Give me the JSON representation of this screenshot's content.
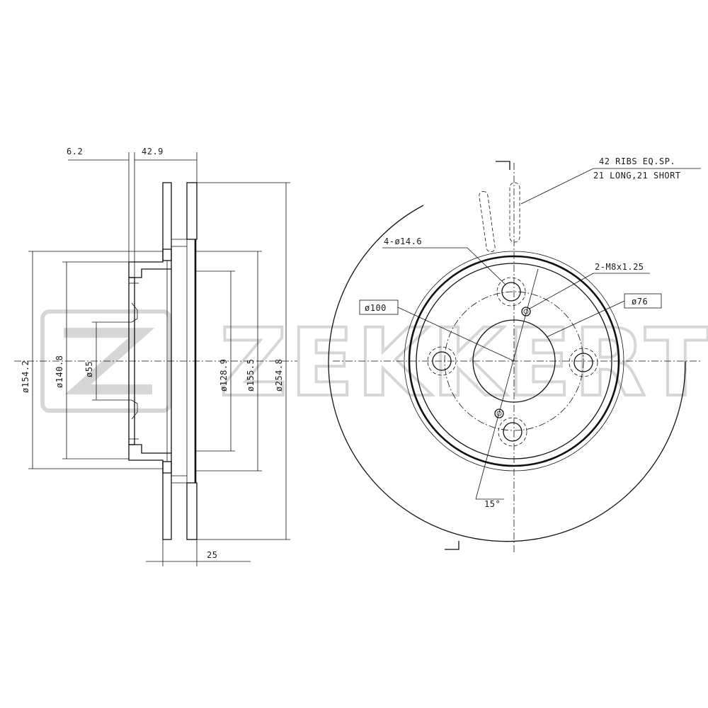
{
  "brand": {
    "watermark_text": "ZEKKERT",
    "watermark_color": "#d0d0d0"
  },
  "side_view": {
    "top_dims": {
      "flange": "6.2",
      "offset": "42.9"
    },
    "bottom_dims": {
      "thickness": "25"
    },
    "vertical_dims": {
      "d154": "ø154.2",
      "d140": "ø140.8",
      "d55": "ø55",
      "d128": "ø128.9",
      "d155": "ø155.5",
      "d254": "ø254.8"
    }
  },
  "front_view": {
    "ribs_note_line1": "42 RIBS EQ.SP.",
    "ribs_note_line2": "21 LONG,21 SHORT",
    "bolt_holes": "4-ø14.6",
    "threaded_holes": "2-M8x1.25",
    "pcd": "ø100",
    "center_bore": "ø76",
    "angle": "15°"
  },
  "colors": {
    "ink": "#111111",
    "background": "#ffffff"
  }
}
